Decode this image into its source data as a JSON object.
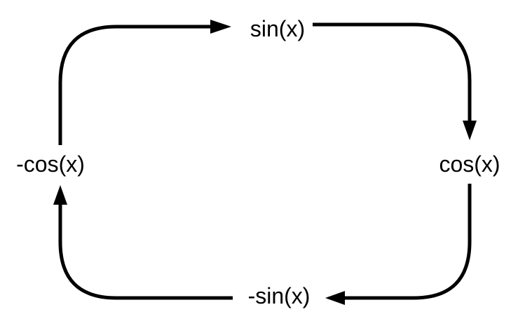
{
  "diagram": {
    "nodes": {
      "sin": "sin(x)",
      "cos": "cos(x)",
      "neg_sin": "-sin(x)",
      "neg_cos": "-cos(x)"
    },
    "edges": [
      {
        "from": "neg_cos",
        "to": "sin"
      },
      {
        "from": "sin",
        "to": "cos"
      },
      {
        "from": "cos",
        "to": "neg_sin"
      },
      {
        "from": "neg_sin",
        "to": "neg_cos"
      }
    ],
    "colors": {
      "stroke": "#000000",
      "text": "#000000",
      "background": "#ffffff"
    }
  }
}
